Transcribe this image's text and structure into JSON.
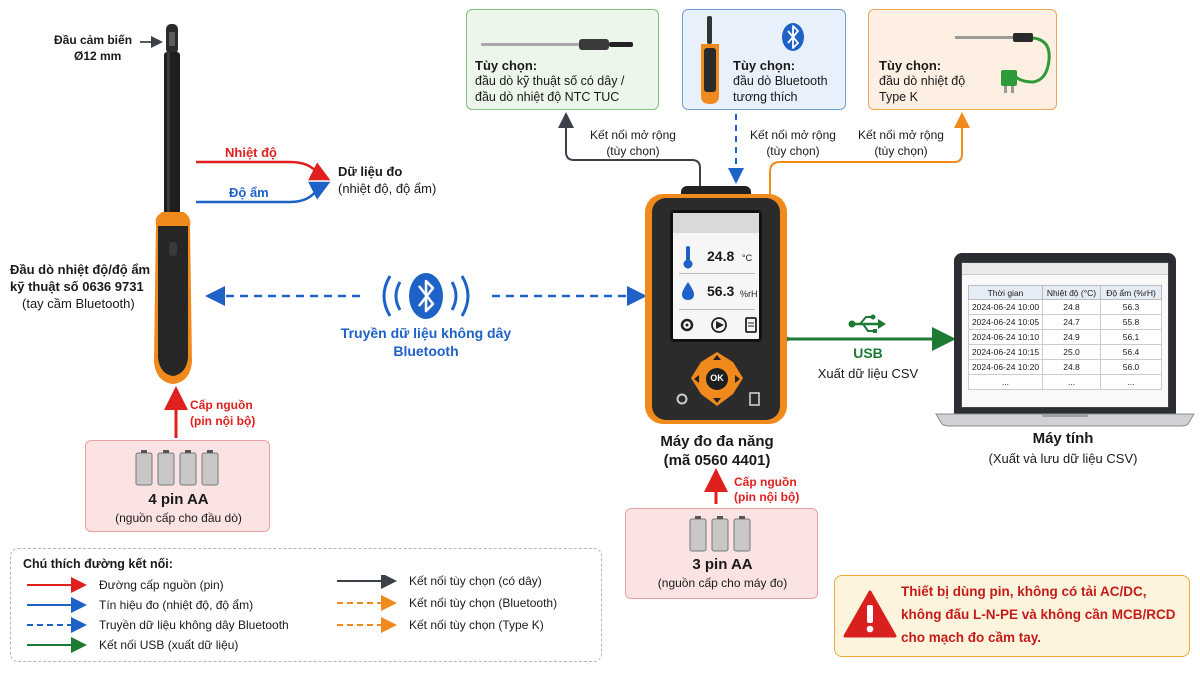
{
  "probe": {
    "head_label_1": "Đầu cảm biến",
    "head_label_2": "Ø12 mm",
    "title_1": "Đầu dò nhiệt độ/độ ẩm",
    "title_2": "kỹ thuật số 0636 9731",
    "title_3": "(tay cầm Bluetooth)",
    "signal_temp": "Nhiệt độ",
    "signal_hum": "Độ ẩm",
    "data_label_1": "Dữ liệu đo",
    "data_label_2": "(nhiệt độ, độ ẩm)",
    "power_label_1": "Cấp nguồn",
    "power_label_2": "(pin nội bộ)",
    "battery_title": "4 pin AA",
    "battery_sub": "(nguồn cấp cho đầu dò)"
  },
  "bluetooth_link": {
    "label_1": "Truyền dữ liệu không dây",
    "label_2": "Bluetooth"
  },
  "options": [
    {
      "title": "Tùy chọn:",
      "line1": "đầu dò kỹ thuật số có dây /",
      "line2": "đầu dò nhiệt độ NTC TUC",
      "conn_1": "Kết nối mở rộng",
      "conn_2": "(tùy chọn)"
    },
    {
      "title": "Tùy chọn:",
      "line1": "đầu dò Bluetooth",
      "line2": "tương thích",
      "conn_1": "Kết nối mở rộng",
      "conn_2": "(tùy chọn)"
    },
    {
      "title": "Tùy chọn:",
      "line1": "đầu dò nhiệt độ",
      "line2": "Type K",
      "conn_1": "Kết nối mở rộng",
      "conn_2": "(tùy chọn)"
    }
  ],
  "meter": {
    "temp_value": "24.8",
    "temp_unit": "°C",
    "hum_value": "56.3",
    "hum_unit": "%rH",
    "ok_label": "OK",
    "title_1": "Máy đo đa năng",
    "title_2": "(mã 0560 4401)",
    "power_label_1": "Cấp nguồn",
    "power_label_2": "(pin nội bộ)",
    "battery_title": "3 pin AA",
    "battery_sub": "(nguồn cấp cho máy đo)"
  },
  "usb": {
    "label": "USB",
    "sub": "Xuất dữ liệu CSV"
  },
  "computer": {
    "title": "Máy tính",
    "sub": "(Xuất và lưu dữ liệu CSV)",
    "table_headers": [
      "Thời gian",
      "Nhiệt độ (°C)",
      "Độ ẩm (%rH)"
    ],
    "table_rows": [
      [
        "2024-06-24 10:00",
        "24.8",
        "56.3"
      ],
      [
        "2024-06-24 10:05",
        "24.7",
        "55.8"
      ],
      [
        "2024-06-24 10:10",
        "24.9",
        "56.1"
      ],
      [
        "2024-06-24 10:15",
        "25.0",
        "56.4"
      ],
      [
        "2024-06-24 10:20",
        "24.8",
        "56.0"
      ],
      [
        "...",
        "...",
        "..."
      ]
    ]
  },
  "legend": {
    "title": "Chú thích đường kết nối:",
    "items": [
      {
        "label": "Đường cấp nguồn (pin)",
        "color": "#e0201e",
        "style": "solid"
      },
      {
        "label": "Tín hiệu đo (nhiệt độ, độ ẩm)",
        "color": "#1e62c8",
        "style": "solid"
      },
      {
        "label": "Truyền dữ liệu không dây Bluetooth",
        "color": "#1e62c8",
        "style": "dashed"
      },
      {
        "label": "Kết nối USB (xuất dữ liệu)",
        "color": "#1d7a35",
        "style": "solid"
      },
      {
        "label": "Kết nối tùy chọn (có dây)",
        "color": "#3b4049",
        "style": "solid"
      },
      {
        "label": "Kết nối tùy chọn (Bluetooth)",
        "color": "#f08a1c",
        "style": "dashed"
      },
      {
        "label": "Kết nối tùy chọn (Type K)",
        "color": "#f08a1c",
        "style": "dashed"
      }
    ]
  },
  "warning": {
    "line1": "Thiết bị dùng pin, không có tải AC/DC,",
    "line2": "không đấu L-N-PE và không cần MCB/RCD",
    "line3": "cho mạch đo cầm tay."
  },
  "colors": {
    "red": "#e0201e",
    "blue": "#1e62c8",
    "green": "#1d7a35",
    "orange": "#f08a1c",
    "dark": "#3b4049"
  }
}
